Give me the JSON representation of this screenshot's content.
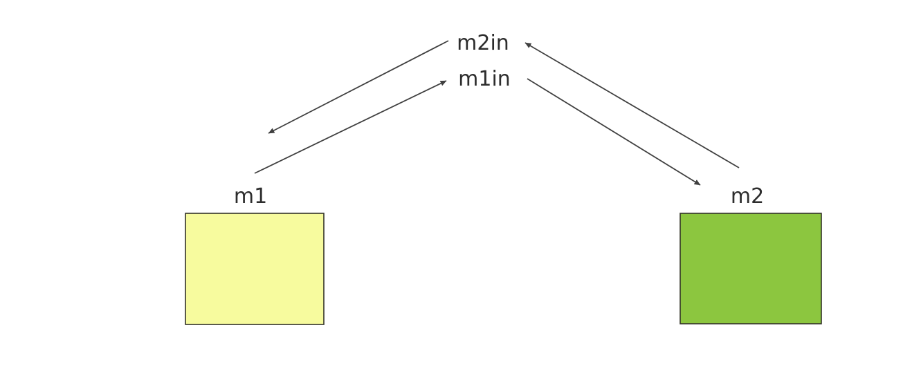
{
  "diagram": {
    "type": "message-flow-diagram",
    "labels": {
      "m1": "m1",
      "m2": "m2",
      "m1in": "m1in",
      "m2in": "m2in"
    },
    "nodes": [
      {
        "id": "m1",
        "label": "m1",
        "shape": "rectangle",
        "fill": "#f7fb9e"
      },
      {
        "id": "m2",
        "label": "m2",
        "shape": "rectangle",
        "fill": "#8cc63f"
      }
    ],
    "ports": [
      {
        "id": "m2in",
        "label": "m2in"
      },
      {
        "id": "m1in",
        "label": "m1in"
      }
    ],
    "edges": [
      {
        "from": "m2in",
        "to": "m1",
        "arrow": "toward-m1"
      },
      {
        "from": "m1",
        "to": "m1in",
        "arrow": "toward-m1in"
      },
      {
        "from": "m2",
        "to": "m2in",
        "arrow": "toward-m2in"
      },
      {
        "from": "m1in",
        "to": "m2",
        "arrow": "toward-m2"
      }
    ],
    "colors": {
      "m1_fill": "#f7fb9e",
      "m2_fill": "#8cc63f",
      "box_border": "#333328",
      "line": "#404040",
      "text": "#2d2d2d",
      "background": "#ffffff"
    }
  }
}
